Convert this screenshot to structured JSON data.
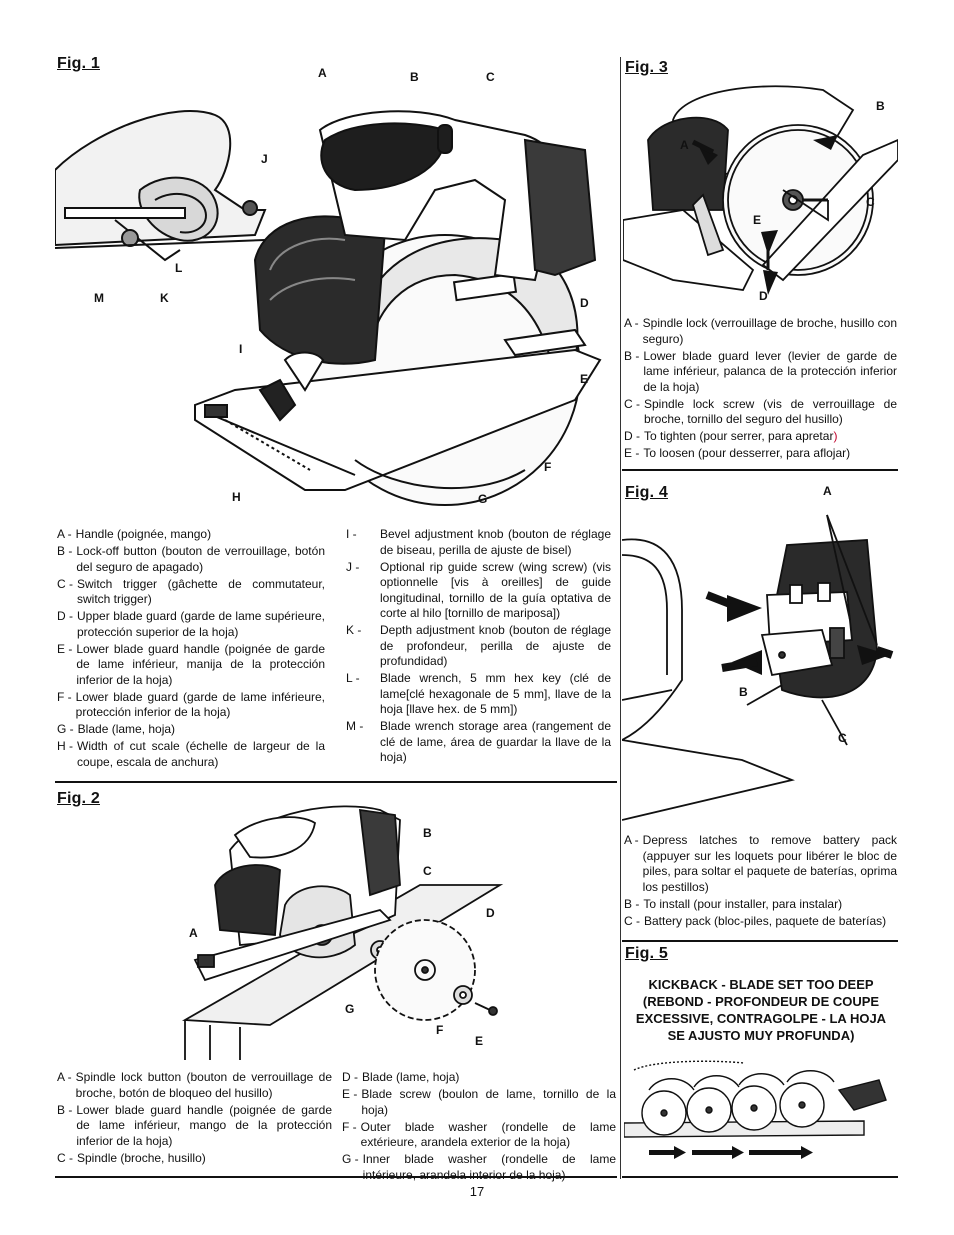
{
  "fig1": {
    "title": "Fig. 1",
    "callouts": [
      "A",
      "B",
      "C",
      "D",
      "E",
      "F",
      "G",
      "H",
      "I",
      "J",
      "K",
      "L",
      "M"
    ],
    "legend_left": [
      {
        "key": "A -",
        "text": "Handle (poignée, mango)"
      },
      {
        "key": "B -",
        "text": "Lock-off button (bouton de verrouillage, botón del seguro de apagado)"
      },
      {
        "key": "C -",
        "text": "Switch trigger (gâchette de commutateur, switch trigger)"
      },
      {
        "key": "D -",
        "text": "Upper blade guard (garde de lame supérieure, protección superior de la hoja)"
      },
      {
        "key": "E -",
        "text": "Lower blade guard handle (poignée de garde de lame inférieur, manija de la protección inferior de la hoja)"
      },
      {
        "key": "F -",
        "text": "Lower blade guard (garde de lame inférieure, protección inferior de la hoja)"
      },
      {
        "key": "G -",
        "text": "Blade (lame, hoja)"
      },
      {
        "key": "H -",
        "text": "Width of cut scale (échelle de largeur de la coupe, escala de anchura)"
      }
    ],
    "legend_right": [
      {
        "key": "I -",
        "text": "Bevel adjustment knob (bouton de réglage de biseau, perilla de ajuste de bisel)"
      },
      {
        "key": "J -",
        "text": "Optional rip guide screw (wing screw) (vis optionnelle [vis à oreilles] de guide longitudinal, tornillo de la guía optativa de corte al hilo [tornillo de mariposa])"
      },
      {
        "key": "K -",
        "text": "Depth adjustment knob (bouton de réglage de profondeur, perilla de ajuste de profundidad)"
      },
      {
        "key": "L -",
        "text": "Blade wrench, 5 mm hex key (clé de lame[clé hexagonale de 5 mm], llave de la hoja [llave hex. de 5 mm])"
      },
      {
        "key": "M -",
        "text": "Blade wrench storage area (rangement de clé de lame, área de guardar la llave de la hoja)"
      }
    ]
  },
  "fig2": {
    "title": "Fig. 2",
    "callouts": [
      "A",
      "B",
      "C",
      "D",
      "E",
      "F",
      "G"
    ],
    "legend_left": [
      {
        "key": "A -",
        "text": "Spindle lock button (bouton de verrouillage de broche, botón de bloqueo del husillo)"
      },
      {
        "key": "B -",
        "text": "Lower blade guard handle (poignée de garde de lame inférieur, mango de la protección inferior de la hoja)"
      },
      {
        "key": "C -",
        "text": "Spindle (broche, husillo)"
      }
    ],
    "legend_right": [
      {
        "key": "D -",
        "text": "Blade (lame, hoja)"
      },
      {
        "key": "E -",
        "text": "Blade screw (boulon de lame, tornillo de la hoja)"
      },
      {
        "key": "F -",
        "text": "Outer blade washer (rondelle de lame extérieure, arandela exterior de la hoja)"
      },
      {
        "key": "G -",
        "text": "Inner blade washer (rondelle de lame intérieure, arandela interior de la hoja)"
      }
    ]
  },
  "fig3": {
    "title": "Fig. 3",
    "callouts": [
      "A",
      "B",
      "C",
      "D",
      "E"
    ],
    "legend": [
      {
        "key": "A -",
        "text": "Spindle lock (verrouillage de broche, husillo con seguro)"
      },
      {
        "key": "B -",
        "text": "Lower blade guard lever (levier de garde de lame inférieur, palanca de la protección inferior de la hoja)"
      },
      {
        "key": "C -",
        "text": "Spindle lock screw (vis de verrouillage de broche, tornillo del seguro del husillo)"
      },
      {
        "key": "D -",
        "text": "To tighten (pour serrer, para apretar"
      },
      {
        "key": "E -",
        "text": "To loosen (pour desserrer, para aflojar)"
      }
    ],
    "red_paren": ")"
  },
  "fig4": {
    "title": "Fig. 4",
    "callouts": [
      "A",
      "B",
      "C"
    ],
    "legend": [
      {
        "key": "A -",
        "text": "Depress latches to remove battery pack (appuyer sur les loquets pour libérer le bloc de piles, para soltar el paquete de baterías, oprima los pestillos)"
      },
      {
        "key": "B -",
        "text": "To install (pour installer, para instalar)"
      },
      {
        "key": "C -",
        "text": "Battery pack (bloc-piles, paquete de baterías)"
      }
    ]
  },
  "fig5": {
    "title": "Fig. 5",
    "heading_line1": "KICKBACK - BLADE SET TOO DEEP",
    "heading_line2": "(REBOND - PROFONDEUR DE COUPE",
    "heading_line3": "EXCESSIVE, CONTRAGOLPE - LA HOJA",
    "heading_line4": "SE AJUSTO MUY PROFUNDA)"
  },
  "page_number": "17"
}
